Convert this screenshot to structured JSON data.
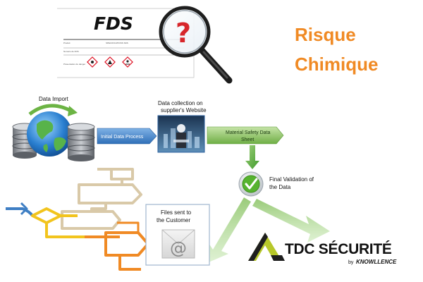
{
  "fds_card": {
    "title": "FDS",
    "header_left": "Produit",
    "header_right": "SPECIFICATIONS SDS",
    "row_text": "Numéro de FDS",
    "footer_text": "Présentation du danger"
  },
  "heading": {
    "line1": "Risque",
    "line2": "Chimique"
  },
  "flow": {
    "data_import": "Data Import",
    "initial_process": "Initial Data Process",
    "collection_line1": "Data collection on",
    "collection_line2": "supplier's Website",
    "msds_line1": "Material Safety Data",
    "msds_line2": "Sheet",
    "validation_line1": "Final Validation of",
    "validation_line2": "the Data",
    "files_line1": "Files sent to",
    "files_line2": "the Customer"
  },
  "brand": {
    "name": "TDC SÉCURITÉ",
    "by": "by",
    "partner": "KNOWLLENCE"
  },
  "colors": {
    "accent_orange": "#f08a24",
    "question_red": "#d7262b",
    "flow_blue": "#3f7fc4",
    "flow_green": "#5aa83a",
    "logo_green": "#b7c82a"
  },
  "icons": [
    "magnifier-icon",
    "question-mark-icon",
    "globe-icon",
    "database-icon",
    "checkmark-icon",
    "email-at-icon",
    "triangle-logo-icon"
  ]
}
